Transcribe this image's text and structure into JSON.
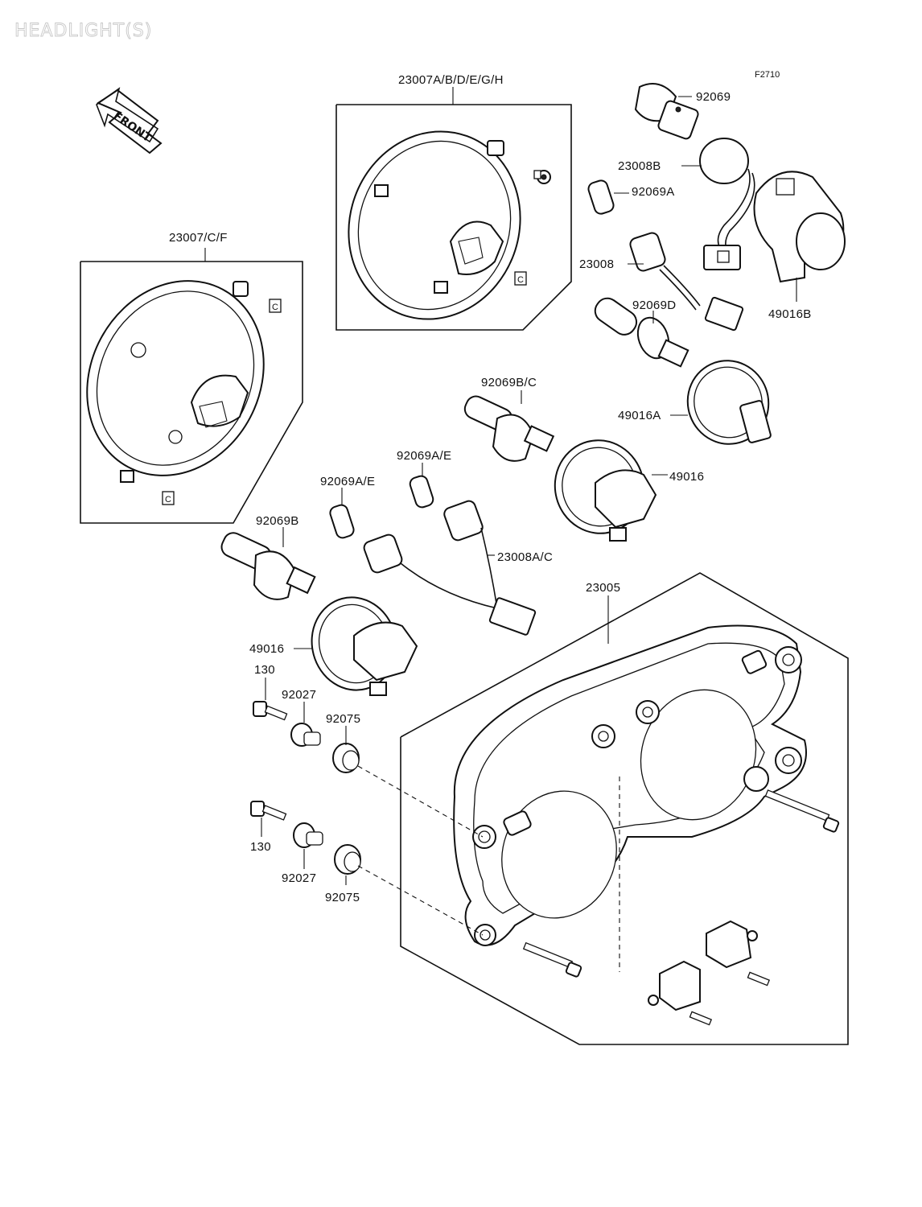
{
  "watermark": "HEADLIGHT(S)",
  "figure_code": "F2710",
  "front_arrow_label": "FRONT",
  "labels": {
    "l_23007_abdegh": "23007A/B/D/E/G/H",
    "l_23007_cf": "23007/C/F",
    "l_92069_top": "92069",
    "l_23008b": "23008B",
    "l_92069a": "92069A",
    "l_23008": "23008",
    "l_92069d": "92069D",
    "l_49016b": "49016B",
    "l_49016a": "49016A",
    "l_92069bc": "92069B/C",
    "l_92069ae_right": "92069A/E",
    "l_92069ae_left": "92069A/E",
    "l_49016_right": "49016",
    "l_92069b": "92069B",
    "l_23008ac": "23008A/C",
    "l_23005": "23005",
    "l_49016_left": "49016",
    "l_130_top": "130",
    "l_92027_top": "92027",
    "l_92075_top": "92075",
    "l_130_bottom": "130",
    "l_92027_bottom": "92027",
    "l_92075_bottom": "92075"
  },
  "mini_c": "C"
}
